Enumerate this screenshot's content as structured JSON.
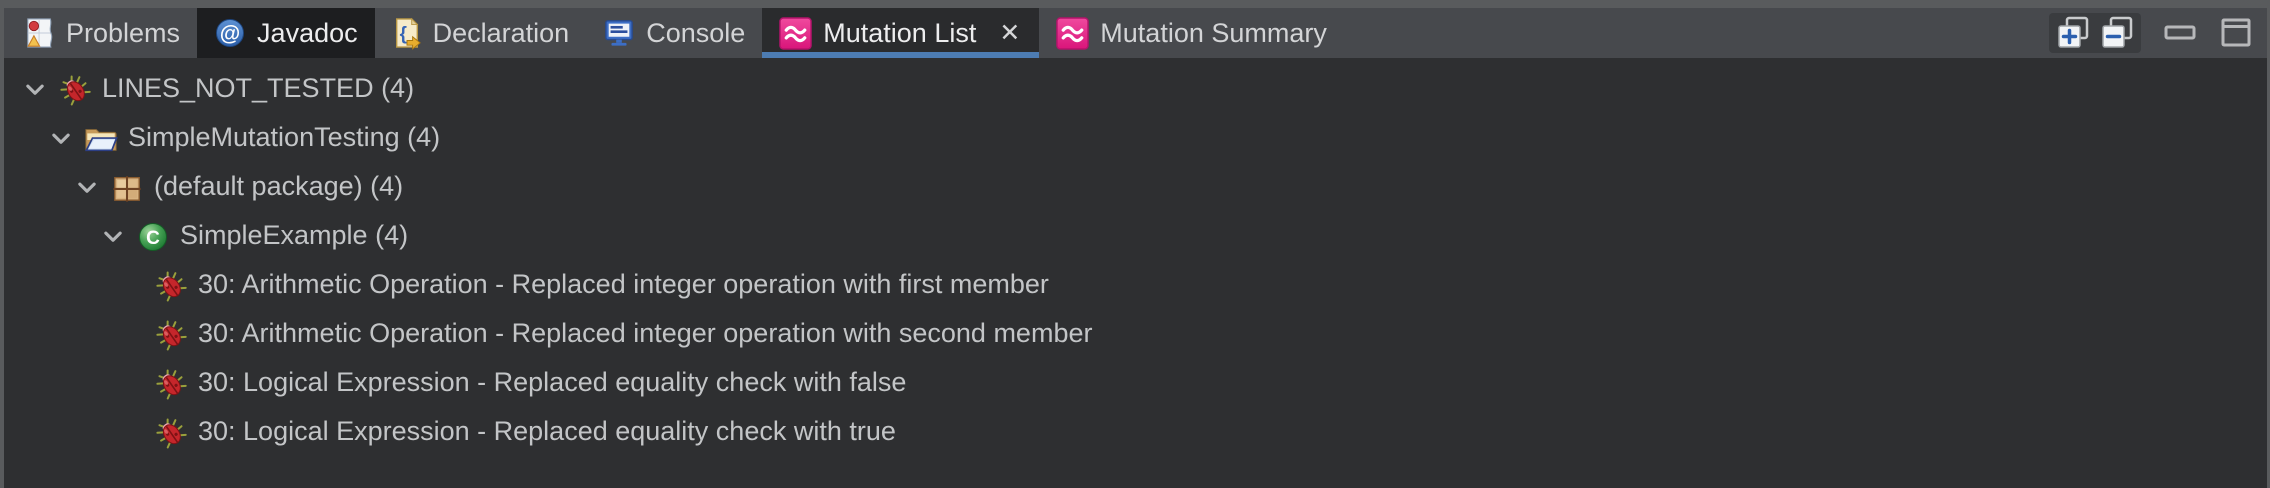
{
  "colors": {
    "accent_underline": "#4d7cb2",
    "mutation_pink": "#e9308c",
    "tabbar_bg": "#47494d",
    "content_bg": "#2e2f31"
  },
  "tabbar": {
    "tabs": [
      {
        "label": "Problems",
        "icon": "problems-icon",
        "state": "normal"
      },
      {
        "label": "Javadoc",
        "icon": "javadoc-icon",
        "state": "selected-dark"
      },
      {
        "label": "Declaration",
        "icon": "declaration-icon",
        "state": "normal"
      },
      {
        "label": "Console",
        "icon": "console-icon",
        "state": "normal"
      },
      {
        "label": "Mutation List",
        "icon": "mutation-waves-icon",
        "state": "active",
        "close_glyph": "✕"
      },
      {
        "label": "Mutation Summary",
        "icon": "mutation-waves-icon",
        "state": "normal"
      }
    ],
    "toolbar_icons": [
      "expand-all-icon",
      "collapse-all-icon",
      "minimize-icon",
      "maximize-icon"
    ]
  },
  "tree": {
    "rows": [
      {
        "level": 1,
        "expanded": true,
        "icon": "bug-icon",
        "label": "LINES_NOT_TESTED (4)"
      },
      {
        "level": 2,
        "expanded": true,
        "icon": "project-folder-icon",
        "label": "SimpleMutationTesting (4)"
      },
      {
        "level": 3,
        "expanded": true,
        "icon": "package-icon",
        "label": "(default package) (4)"
      },
      {
        "level": 4,
        "expanded": true,
        "icon": "class-icon",
        "label": "SimpleExample (4)"
      },
      {
        "level": 5,
        "expanded": false,
        "icon": "bug-icon",
        "label": "30: Arithmetic Operation - Replaced integer operation with first member"
      },
      {
        "level": 5,
        "expanded": false,
        "icon": "bug-icon",
        "label": "30: Arithmetic Operation - Replaced integer operation with second member"
      },
      {
        "level": 5,
        "expanded": false,
        "icon": "bug-icon",
        "label": "30: Logical Expression - Replaced equality check with false"
      },
      {
        "level": 5,
        "expanded": false,
        "icon": "bug-icon",
        "label": "30: Logical Expression - Replaced equality check with true"
      }
    ]
  }
}
